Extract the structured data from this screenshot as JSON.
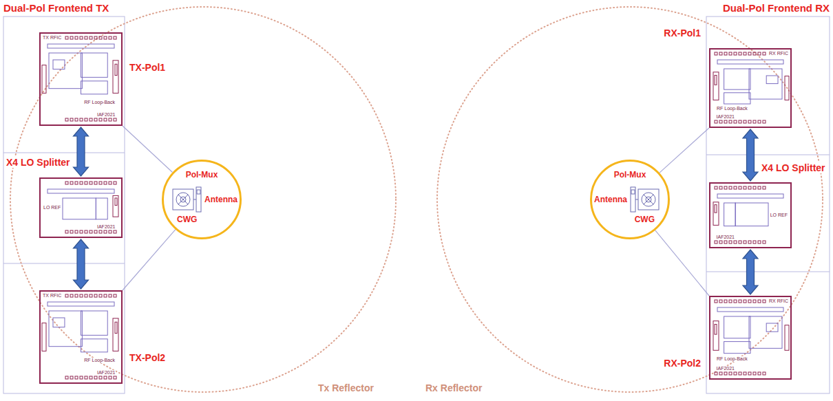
{
  "diagram": {
    "nodes": [
      {
        "text": [
          "TX-Pol1"
        ]
      },
      {
        "text": [
          "X4 LO Splitter"
        ]
      },
      {
        "text": [
          "TX-Pol2"
        ]
      },
      {
        "text": [
          "Pol-Mux",
          "Antenna",
          "CWG"
        ]
      },
      {
        "text": [
          "Pol-Mux",
          "Antenna",
          "CWG"
        ]
      },
      {
        "text": [
          "RX-Pol1"
        ]
      },
      {
        "text": [
          "X4 LO Splitter"
        ]
      },
      {
        "text": [
          "RX-Pol2"
        ]
      }
    ],
    "edges": [
      {
        "from": 0,
        "to": 1,
        "arrow": "both"
      },
      {
        "from": 1,
        "to": 2,
        "arrow": "both"
      },
      {
        "from": 0,
        "to": 3,
        "arrow": "none"
      },
      {
        "from": 2,
        "to": 3,
        "arrow": "none"
      },
      {
        "from": 5,
        "to": 6,
        "arrow": "both"
      },
      {
        "from": 6,
        "to": 7,
        "arrow": "both"
      },
      {
        "from": 4,
        "to": 5,
        "arrow": "none"
      },
      {
        "from": 4,
        "to": 7,
        "arrow": "none"
      }
    ],
    "labels": [
      "Dual-Pol Frontend TX",
      "Dual-Pol Frontend RX",
      "Tx Reflector",
      "Rx Reflector",
      "TX RFIC",
      "IAF2021",
      "RF Loop-Back",
      "LO REF",
      "IAF2021",
      "TX RFIC",
      "IAF2021",
      "RF Loop-Back",
      "RX RFIC",
      "IAF2021",
      "RF Loop-Back",
      "LO REF",
      "IAF2021",
      "RX RFIC",
      "IAF2021",
      "RF Loop-Back"
    ]
  }
}
